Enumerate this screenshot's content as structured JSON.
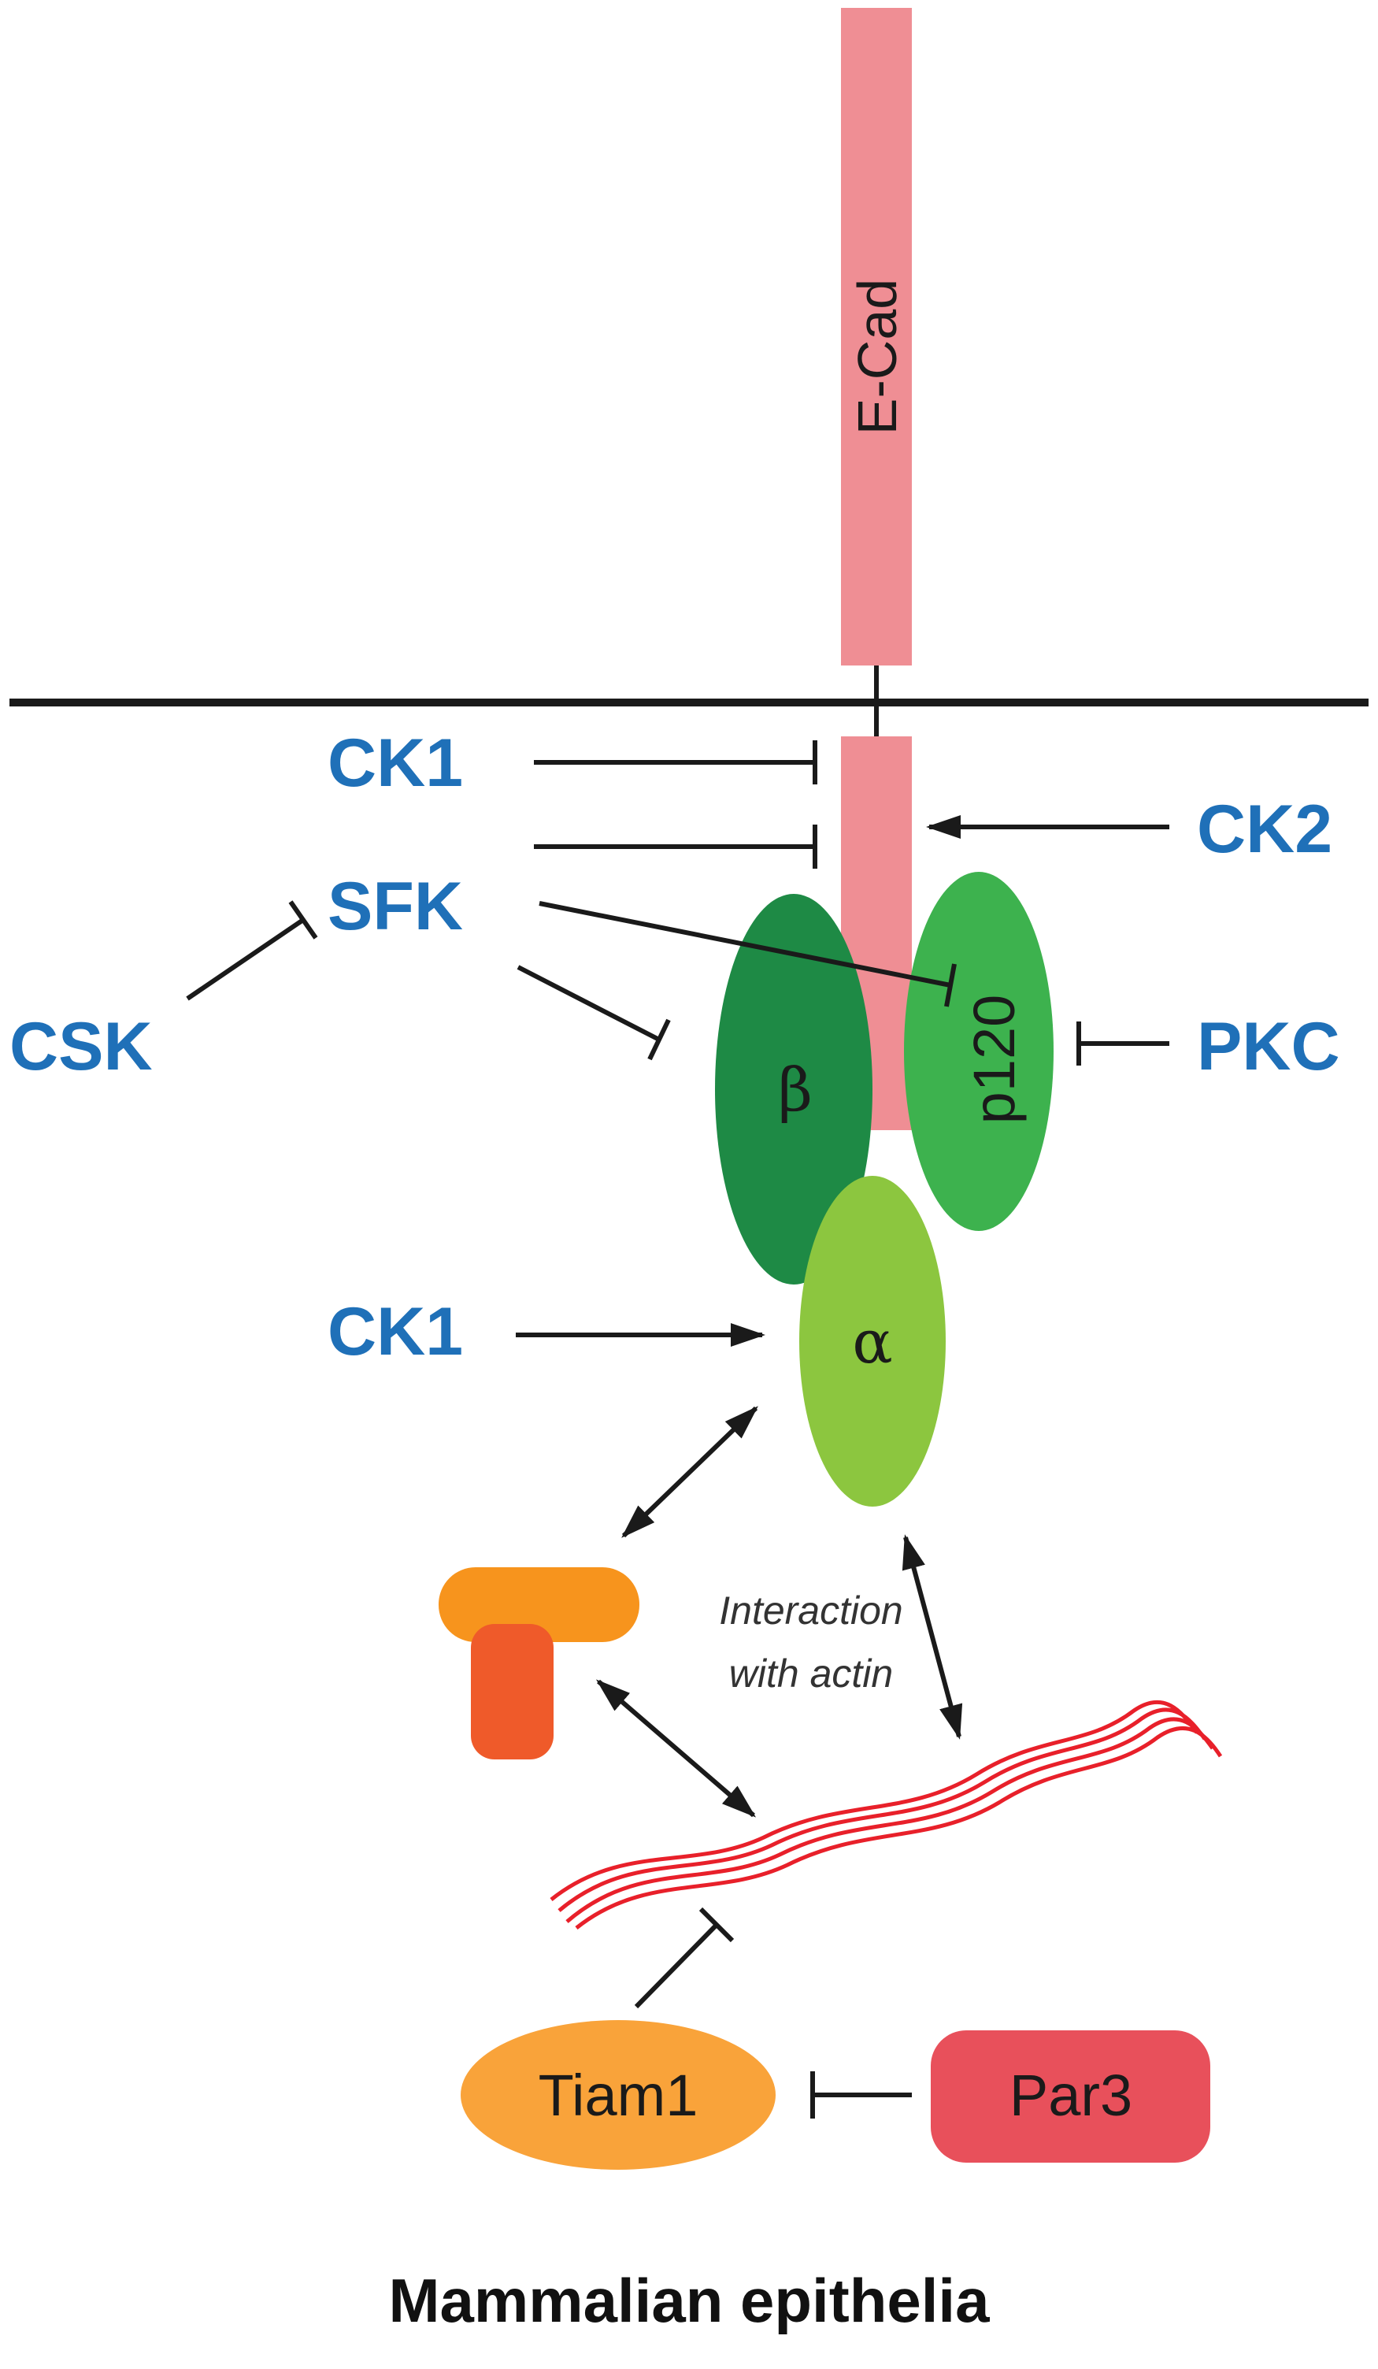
{
  "diagram": {
    "molecules": {
      "ecad": "E-Cad",
      "p120": "p120",
      "beta": "β",
      "alpha": "α",
      "tiam1": "Tiam1",
      "par3": "Par3"
    },
    "regulators": {
      "ck1_top": "CK1",
      "sfk": "SFK",
      "csk": "CSK",
      "ck2": "CK2",
      "pkc": "PKC",
      "ck1_bottom": "CK1"
    },
    "annotation_line1": "Interaction",
    "annotation_line2": "with actin",
    "caption": "Mammalian epithelia",
    "colors": {
      "regulator_text": "#1f70b8",
      "ecad": "#ef8e94",
      "beta_catenin": "#1e8a45",
      "p120": "#3db24e",
      "alpha_catenin": "#8cc63f",
      "orange_top": "#f7941d",
      "orange_bottom": "#ef5a2a",
      "actin": "#e8202a",
      "tiam1": "#f9a33a",
      "par3": "#e8505b"
    },
    "relations": [
      {
        "from": "CK1",
        "to": "E-Cad",
        "type": "inhibits"
      },
      {
        "from": "SFK",
        "to": "E-Cad",
        "type": "inhibits"
      },
      {
        "from": "CK2",
        "to": "E-Cad",
        "type": "activates"
      },
      {
        "from": "CSK",
        "to": "SFK",
        "type": "inhibits"
      },
      {
        "from": "SFK",
        "to": "p120",
        "type": "inhibits"
      },
      {
        "from": "SFK",
        "to": "β",
        "type": "inhibits"
      },
      {
        "from": "PKC",
        "to": "p120",
        "type": "inhibits"
      },
      {
        "from": "CK1",
        "to": "α",
        "type": "activates"
      },
      {
        "from": "α",
        "to": "actin-binding protein",
        "type": "bidirectional"
      },
      {
        "from": "α",
        "to": "actin",
        "type": "bidirectional"
      },
      {
        "from": "actin-binding protein",
        "to": "actin",
        "type": "bidirectional"
      },
      {
        "from": "Tiam1",
        "to": "actin",
        "type": "inhibits"
      },
      {
        "from": "Par3",
        "to": "Tiam1",
        "type": "inhibits"
      }
    ]
  }
}
